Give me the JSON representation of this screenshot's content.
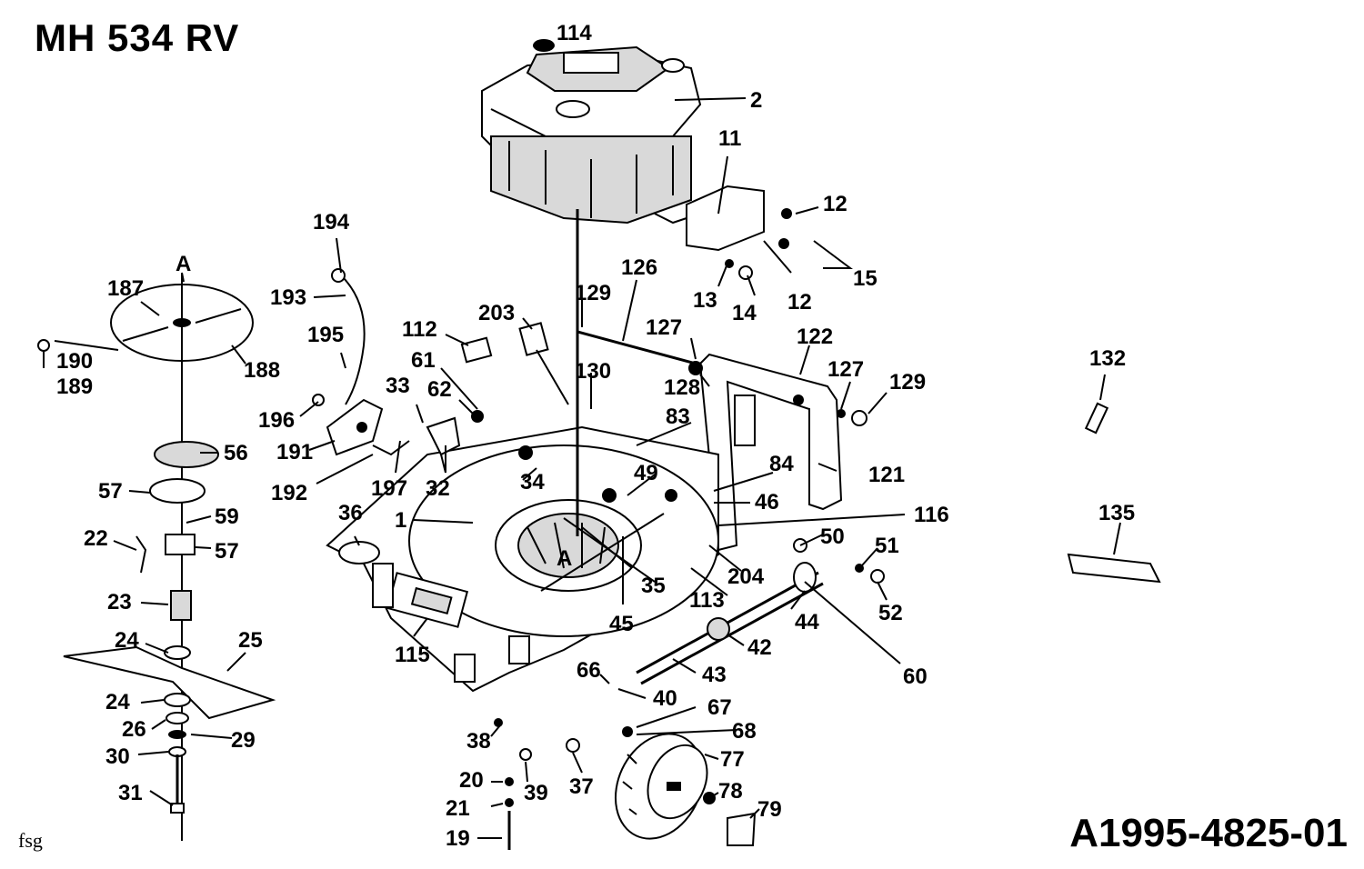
{
  "header": {
    "model_title": "MH 534 RV"
  },
  "footer": {
    "document_number": "A1995-4825-01",
    "footnote": "fsg"
  },
  "section_marker": "A",
  "part_labels": [
    "114",
    "2",
    "11",
    "12",
    "15",
    "13",
    "14",
    "12",
    "194",
    "193",
    "195",
    "187",
    "190",
    "189",
    "188",
    "112",
    "203",
    "129",
    "126",
    "127",
    "128",
    "122",
    "127",
    "129",
    "61",
    "62",
    "33",
    "130",
    "83",
    "196",
    "191",
    "56",
    "192",
    "197",
    "32",
    "34",
    "49",
    "84",
    "121",
    "46",
    "116",
    "57",
    "59",
    "57",
    "22",
    "36",
    "1",
    "35",
    "45",
    "50",
    "51",
    "52",
    "204",
    "113",
    "44",
    "23",
    "24",
    "25",
    "115",
    "66",
    "43",
    "42",
    "60",
    "24",
    "26",
    "29",
    "30",
    "31",
    "40",
    "67",
    "68",
    "77",
    "38",
    "39",
    "37",
    "20",
    "21",
    "19",
    "78",
    "79",
    "132",
    "135"
  ]
}
